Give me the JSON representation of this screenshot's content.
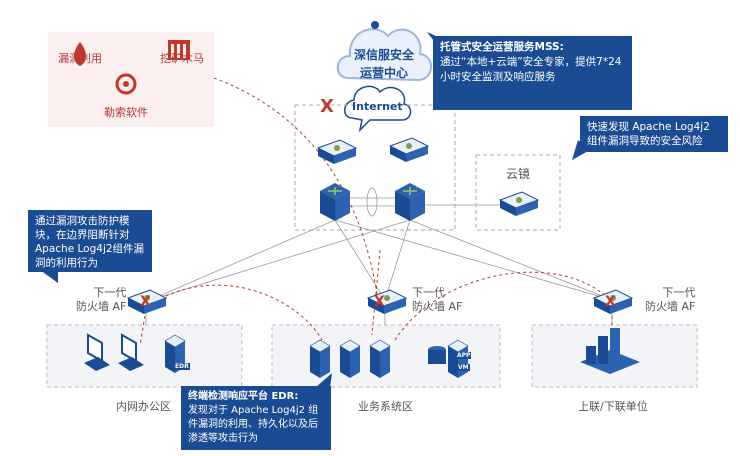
{
  "threats": {
    "items": [
      "漏洞利用",
      "勒索软件",
      "挖矿木马"
    ]
  },
  "soc": {
    "line1": "深信服安全",
    "line2": "运营中心"
  },
  "internet": "Internet",
  "mss_callout": {
    "title": "托管式安全运营服务MSS:",
    "text": "通过“本地+云端”安全专家，提供7*24小时安全监测及响应服务"
  },
  "log4j_callout": {
    "text": "快速发现 Apache Log4j2 组件漏洞导致的安全风险"
  },
  "yunjing": "云镜",
  "af_callout": {
    "text": "通过漏洞攻击防护模块，在边界阻断针对Apache Log4j2组件漏洞的利用行为"
  },
  "firewalls": [
    {
      "line1": "下一代",
      "line2": "防火墙 AF"
    },
    {
      "line1": "下一代",
      "line2": "防火墙 AF"
    },
    {
      "line1": "下一代",
      "line2": "防火墙 AF"
    }
  ],
  "zones": [
    "内网办公区",
    "业务系统区",
    "上联/下联单位"
  ],
  "edr_callout": {
    "title": "终端检测响应平台 EDR:",
    "text": "发现对于 Apache Log4j2 组件漏洞的利用、持久化以及后渗透等攻击行为"
  },
  "device_tags": {
    "edr": "EDR",
    "app": "APP",
    "vm": "VM"
  },
  "colors": {
    "brand_blue": "#1b4b93",
    "threat_red": "#c0392b",
    "threat_bg": "#fbefef"
  }
}
